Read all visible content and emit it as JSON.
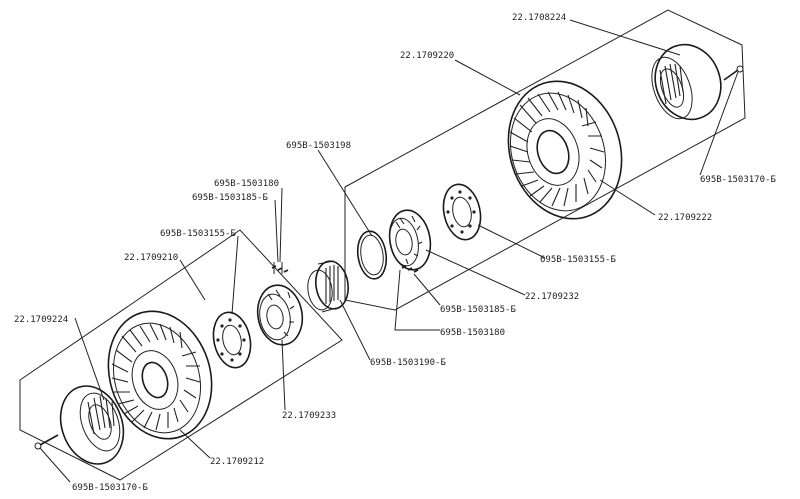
{
  "labels": {
    "top_drum_ring": "22.1708224",
    "top_turbine": "22.1709220",
    "top_bolt_right": "695В-1503170-Б",
    "top_turbine_hub": "22.1709222",
    "top_washer": "695В-1503155-Б",
    "top_hub_ring": "22.1709232",
    "mid_ring_pin": "695В-1503185-Б",
    "mid_spring": "695В-1503180",
    "snap_ring": "695В-1503198",
    "shaft_sleeve": "695В-1503190-Б",
    "left_spring": "695В-1503180",
    "left_pin": "695В-1503185-Б",
    "left_washer": "695В-1503155-Б",
    "left_turbine": "22.1709210",
    "left_drum_ring": "22.1709224",
    "left_hub_ring": "22.1709233",
    "left_turbine_hub": "22.1709212",
    "left_bolt": "695В-1503170-Б"
  }
}
